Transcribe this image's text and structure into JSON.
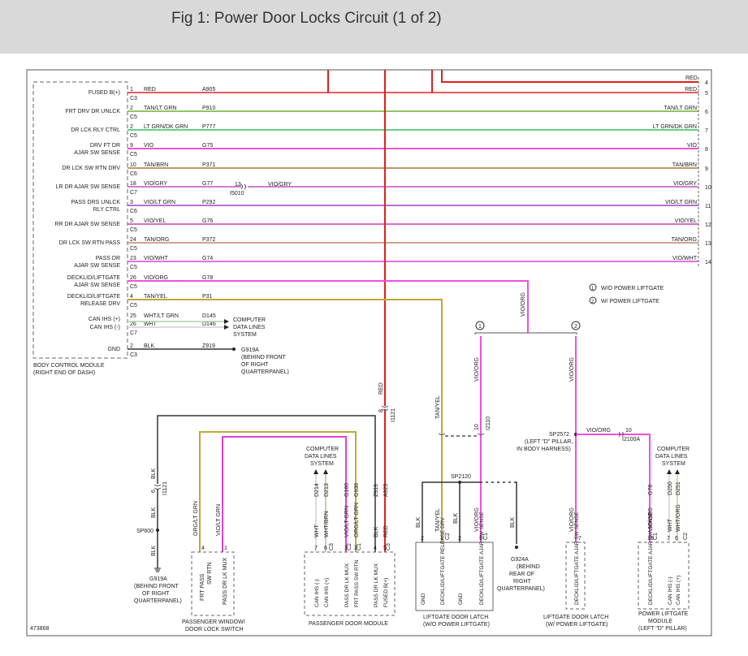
{
  "title": "Fig 1: Power Door Locks Circuit (1 of 2)",
  "figure_number": "473868",
  "colors": {
    "red": "#e02020",
    "tan_ltgrn": "#6fb02e",
    "ltgrn_dkgrn": "#2fc05a",
    "vio": "#e020c0",
    "tan_brn": "#a07838",
    "vio_gry": "#c050c8",
    "vio_ltgrn": "#a040c8",
    "vio_yel": "#d038c0",
    "tan_org": "#c08860",
    "vio_wht": "#e040d8",
    "vio_org": "#f050e0",
    "tan_yel": "#c0a838",
    "wht_ltgrn": "#a8d8a0",
    "wht": "#d8d8d8",
    "blk": "#333333",
    "orglt_grn": "#c0a838",
    "vio_ltgrn2": "#60c060"
  },
  "bcm": {
    "name_line1": "BODY CONTROL MODULE",
    "name_line2": "(RIGHT END OF DASH)",
    "pins": [
      {
        "label1": "FUSED B(+)",
        "label2": "",
        "pin": "1",
        "conn": "C3",
        "color_name": "RED",
        "circuit": "A905",
        "right_label": "RED",
        "right_pin": "5"
      },
      {
        "label1": "FRT DRV DR UNLCK",
        "label2": "",
        "pin": "2",
        "conn": "C5",
        "color_name": "TAN/LT GRN",
        "circuit": "P910",
        "right_label": "TAN/LT GRN",
        "right_pin": "6"
      },
      {
        "label1": "DR LCK RLY CTRL",
        "label2": "",
        "pin": "2",
        "conn": "C5",
        "color_name": "LT GRN/DK GRN",
        "circuit": "P777",
        "right_label": "LT GRN/DK GRN",
        "right_pin": "7"
      },
      {
        "label1": "DRV FT DR",
        "label2": "AJAR SW SENSE",
        "pin": "9",
        "conn": "C5",
        "color_name": "VIO",
        "circuit": "G75",
        "right_label": "VIO",
        "right_pin": "8"
      },
      {
        "label1": "DR LCK SW RTN DRV",
        "label2": "",
        "pin": "10",
        "conn": "C6",
        "color_name": "TAN/BRN",
        "circuit": "P371",
        "right_label": "TAN/BRN",
        "right_pin": "9"
      },
      {
        "label1": "LR DR AJAR SW SENSE",
        "label2": "",
        "pin": "18",
        "conn": "C7",
        "color_name": "VIO/GRY",
        "circuit": "G77",
        "right_label": "VIO/GRY",
        "right_pin": "10"
      },
      {
        "label1": "PASS DRS UNLCK",
        "label2": "RLY CTRL",
        "pin": "3",
        "conn": "C6",
        "color_name": "VIO/LT GRN",
        "circuit": "P292",
        "right_label": "VIO/LT GRN",
        "right_pin": "11"
      },
      {
        "label1": "RR DR AJAR SW SENSE",
        "label2": "",
        "pin": "5",
        "conn": "C5",
        "color_name": "VIO/YEL",
        "circuit": "G76",
        "right_label": "VIO/YEL",
        "right_pin": "12"
      },
      {
        "label1": "DR LCK SW RTN PASS",
        "label2": "",
        "pin": "24",
        "conn": "C5",
        "color_name": "TAN/ORG",
        "circuit": "P372",
        "right_label": "TAN/ORG",
        "right_pin": "13"
      },
      {
        "label1": "PASS DR",
        "label2": "AJAR SW SENSE",
        "pin": "23",
        "conn": "C5",
        "color_name": "VIO/WHT",
        "circuit": "G74",
        "right_label": "VIO/WHT",
        "right_pin": "14"
      },
      {
        "label1": "DECKLID/LIFTGATE",
        "label2": "AJAR SW SENSE",
        "pin": "26",
        "conn": "C5",
        "color_name": "VIO/ORG",
        "circuit": "G78",
        "right_label": "",
        "right_pin": ""
      },
      {
        "label1": "DECKLID/LIFTGATE",
        "label2": "RELEASE DRV",
        "pin": "4",
        "conn": "C5",
        "color_name": "TAN/YEL",
        "circuit": "P31",
        "right_label": "",
        "right_pin": ""
      },
      {
        "label1": "CAN IHS (+)",
        "label2": "",
        "pin": "25",
        "conn": "",
        "color_name": "WHT/LT GRN",
        "circuit": "D145",
        "right_label": "",
        "right_pin": ""
      },
      {
        "label1": "CAN IHS (-)",
        "label2": "",
        "pin": "26",
        "conn": "C7",
        "color_name": "WHT",
        "circuit": "D146",
        "right_label": "",
        "right_pin": ""
      },
      {
        "label1": "GND",
        "label2": "",
        "pin": "2",
        "conn": "C3",
        "color_name": "BLK",
        "circuit": "Z919",
        "right_label": "",
        "right_pin": ""
      }
    ]
  },
  "top_red": {
    "label": "RED",
    "pin": "4"
  },
  "splice_13": {
    "pin": "13",
    "conn": "I5010",
    "color_name": "VIO/GRY"
  },
  "cdl_bcm": [
    "COMPUTER",
    "DATA LINES",
    "SYSTEM"
  ],
  "ground_bcm": [
    "G919A",
    "(BEHIND FRONT",
    "OF RIGHT",
    "QUARTERPANEL)"
  ],
  "legend": [
    {
      "num": "1",
      "text": "W/O POWER LIFTGATE"
    },
    {
      "num": "2",
      "text": "W/ POWER LIFTGATE"
    }
  ],
  "vio_org_label": "VIO/ORG",
  "branch_nums": [
    "1",
    "2"
  ],
  "red_vertical": {
    "label": "RED",
    "pin": "8",
    "conn": "I1121"
  },
  "sp2572": {
    "name": "SP2572",
    "note1": "(LEFT \"D\" PILLAR,",
    "note2": "IN BODY HARNESS)",
    "wire": "VIO/ORG",
    "pin": "10",
    "conn": "I2100A"
  },
  "sp2120": {
    "name": "SP2120"
  },
  "lift_wire_labels": {
    "tan_yel": "TAN/YEL",
    "vio_org_a": "VIO/ORG",
    "vio_org_b": "VIO/ORG",
    "pin10": "10",
    "conn": "I2110"
  },
  "pwm_ground": {
    "blk": "BLK",
    "pin": "6",
    "conn": "I1121",
    "sp": "SP600",
    "blk2": "BLK",
    "g": [
      "G919A",
      "(BEHIND FRONT",
      "OF RIGHT",
      "QUARTERPANEL)"
    ]
  },
  "pass_window_switch": {
    "name1": "PASSENGER WINDOW/",
    "name2": "DOOR LOCK SWITCH",
    "pins": [
      {
        "wire": "ORG/LT GRN",
        "pin": "4",
        "label1": "FRT PASS",
        "label2": "SW RTN"
      },
      {
        "wire": "VIO/LT GRN",
        "pin": "1",
        "label1": "PASS DR LK MUX",
        "label2": ""
      }
    ]
  },
  "pass_door_module": {
    "name": "PASSENGER DOOR MODULE",
    "cdl": [
      "COMPUTER",
      "DATA LINES",
      "SYSTEM"
    ],
    "pins": [
      {
        "circuit": "D214",
        "wire": "WHT",
        "pin": "7",
        "label": "CAN IHS (-)"
      },
      {
        "circuit": "D213",
        "wire": "WHT/BRN",
        "pin": "6",
        "label": "CAN IHS (+)"
      },
      {
        "circuit": "G160",
        "wire": "VIO/LT GRN",
        "pin": "3",
        "label": "PASS DR LK MUX"
      },
      {
        "circuit": "G936",
        "wire": "ORG/LT GRN",
        "pin": "3",
        "label": "FRT PASS SW RTN"
      },
      {
        "circuit": "Z919",
        "wire": "BLK",
        "pin": "4",
        "label": "PASS DR LK MUX"
      },
      {
        "circuit": "A925",
        "wire": "RED",
        "pin": "5",
        "label": "FUSED B(+)"
      }
    ],
    "conns": [
      "C3",
      "C2",
      "C1",
      "C3"
    ]
  },
  "liftgate_latch_wo": {
    "name1": "LIFTGATE DOOR LATCH",
    "name2": "(W/O POWER LIFTGATE)",
    "pins": [
      {
        "wire": "BLK",
        "pin": "2",
        "label": "GND"
      },
      {
        "wire": "TAN/YEL",
        "pin": "1",
        "label": "DECKLID/LIFTGATE RELEASE DRV"
      },
      {
        "wire": "BLK",
        "pin": "2",
        "label": "GND"
      },
      {
        "wire": "VIO/ORG",
        "pin": "1",
        "label": "DECKLID/LIFTGATE AJAR SW SENSE"
      }
    ],
    "conns": [
      "C2",
      "C1"
    ]
  },
  "g924a": {
    "blk": "BLK",
    "name": [
      "G924A",
      "(BEHIND",
      "REAR OF",
      "RIGHT",
      "QUARTERPANEL)"
    ]
  },
  "liftgate_latch_w": {
    "name1": "LIFTGATE DOOR LATCH",
    "name2": "(W/ POWER LIFTGATE)",
    "wire": "VIO/ORG",
    "pin": "7",
    "label": "DECKLID/LIFTGATE AJAR SW SENSE"
  },
  "power_liftgate_module": {
    "name1": "POWER LIFTGATE",
    "name2": "MODULE",
    "name3": "(LEFT \"D\" PILLAR)",
    "cdl": [
      "COMPUTER",
      "DATA LINES",
      "SYSTEM"
    ],
    "pins": [
      {
        "circuit": "G78",
        "wire": "VIO/ORG",
        "pin": "15",
        "label": "DECKLID/LIFTGATE AJAR SW SENSE"
      },
      {
        "circuit": "D250",
        "wire": "WHT",
        "pin": "7",
        "label": "CAN IHS (-)"
      },
      {
        "circuit": "D251",
        "wire": "WHT/ORG",
        "pin": "6",
        "label": "CAN IHS (+)"
      }
    ],
    "conns": [
      "C1",
      "C2"
    ]
  }
}
